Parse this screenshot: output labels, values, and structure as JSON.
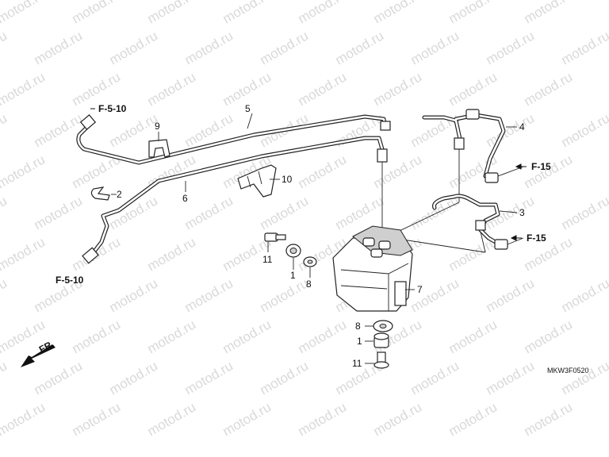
{
  "watermark": "motod.ru",
  "diagram_code": "MKW3F0520",
  "direction_label": "FR.",
  "callouts": {
    "c1": "1",
    "c2": "2",
    "c3": "3",
    "c4": "4",
    "c5": "5",
    "c6": "6",
    "c7": "7",
    "c8": "8",
    "c9": "9",
    "c10": "10",
    "c11": "11",
    "c1b": "1",
    "c8b": "8",
    "c11b": "11"
  },
  "references": {
    "f510_top": "F-5-10",
    "f510_bottom": "F-5-10",
    "f15_top": "F-15",
    "f15_bottom": "F-15"
  }
}
